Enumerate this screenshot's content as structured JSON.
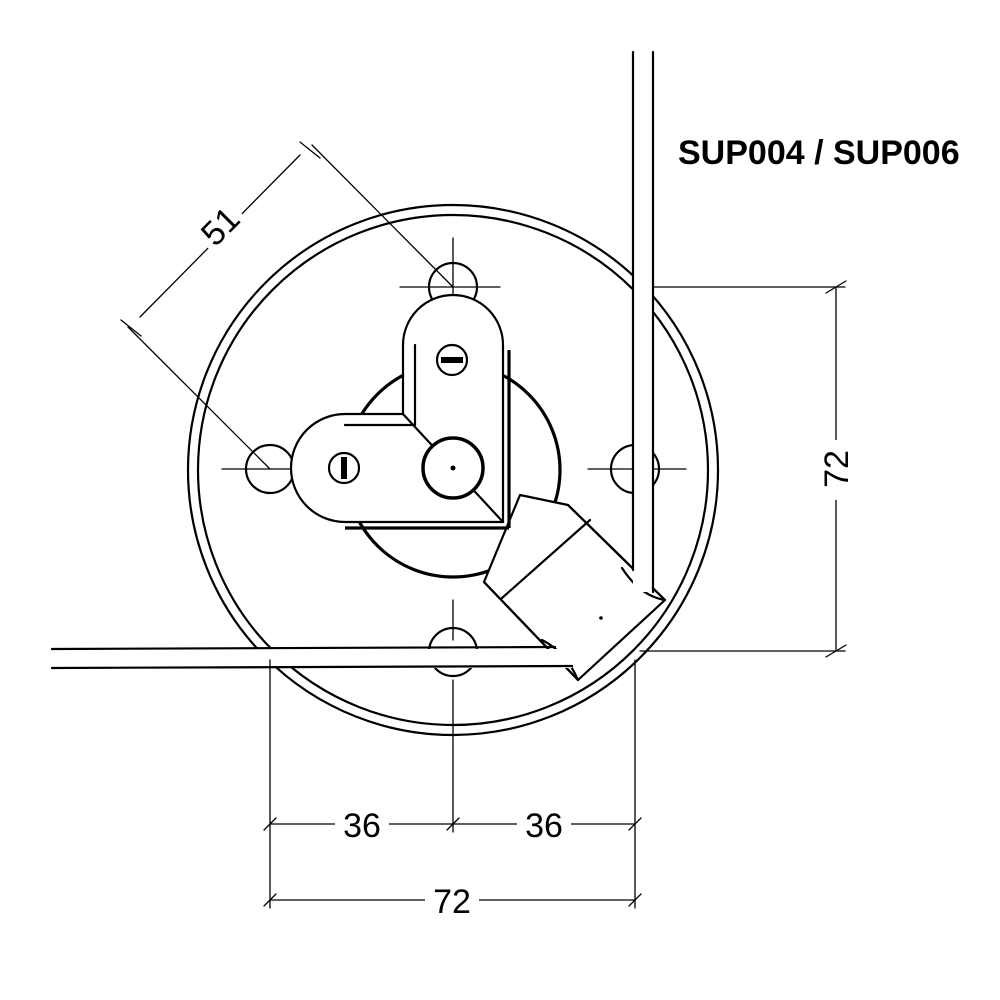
{
  "title": "SUP004 / SUP006",
  "dimensions": {
    "diagonal": "51",
    "vertical": "72",
    "bottom_left": "36",
    "bottom_right": "36",
    "bottom_total": "72"
  }
}
